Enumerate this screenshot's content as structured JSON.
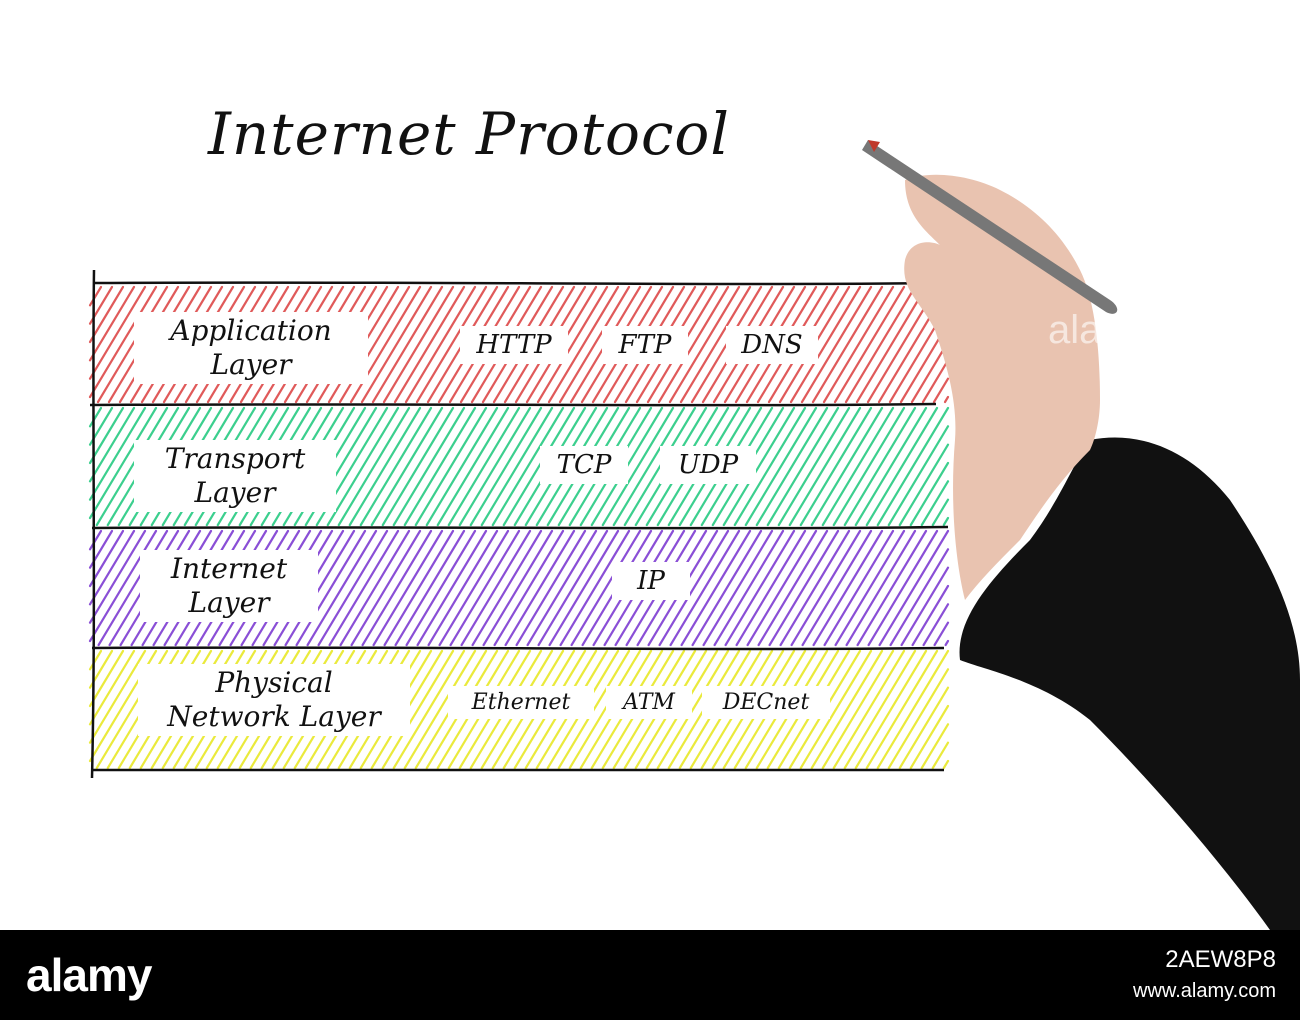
{
  "title": "Internet Protocol",
  "layers": [
    {
      "label_line1": "Application",
      "label_line2": "Layer",
      "color": "#e05a5a",
      "protocols": [
        "HTTP",
        "FTP",
        "DNS"
      ]
    },
    {
      "label_line1": "Transport",
      "label_line2": "Layer",
      "color": "#3ccf8e",
      "protocols": [
        "TCP",
        "UDP"
      ]
    },
    {
      "label_line1": "Internet",
      "label_line2": "Layer",
      "color": "#8a4fd6",
      "protocols": [
        "IP"
      ]
    },
    {
      "label_line1": "Physical",
      "label_line2": "Network Layer",
      "color": "#eaea3c",
      "protocols": [
        "Ethernet",
        "ATM",
        "DECnet"
      ]
    }
  ],
  "footer": {
    "brand": "alamy",
    "image_id": "2AEW8P8",
    "site": "www.alamy.com"
  },
  "watermark": "ala"
}
